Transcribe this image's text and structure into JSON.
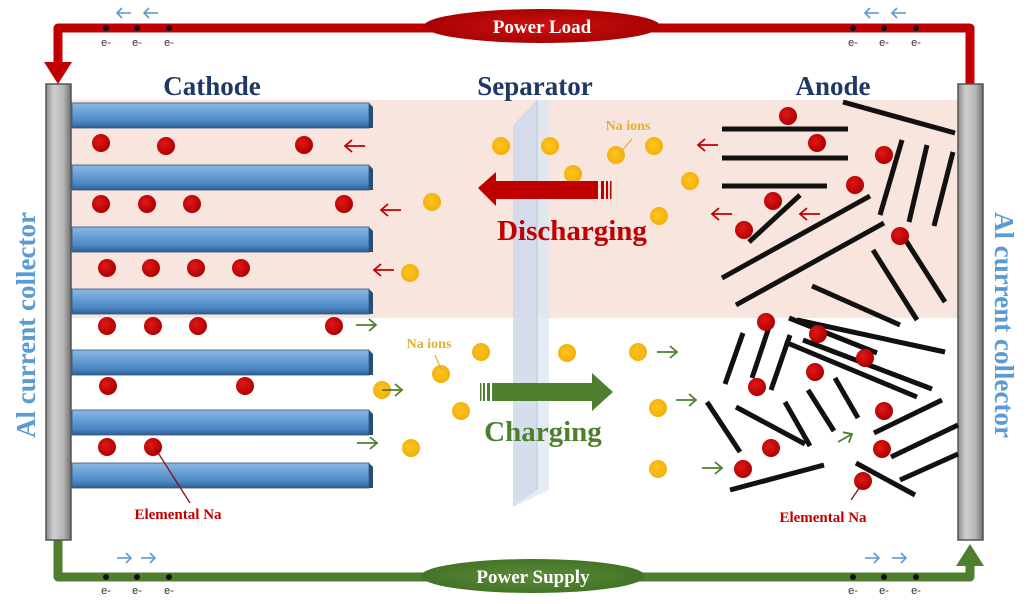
{
  "title_labels": {
    "cathode": "Cathode",
    "separator": "Separator",
    "anode": "Anode"
  },
  "collector_labels": {
    "left": "Al current collector",
    "right": "Al current collector"
  },
  "circuit": {
    "top_label": "Power Load",
    "bottom_label": "Power Supply",
    "electron_label": "e-",
    "top_flow_direction": "left",
    "bottom_flow_direction": "right"
  },
  "process_labels": {
    "discharging": "Discharging",
    "charging": "Charging"
  },
  "annotations": {
    "na_ions_top": "Na ions",
    "na_ions_bottom": "Na ions",
    "elemental_na_cathode": "Elemental Na",
    "elemental_na_anode": "Elemental Na"
  },
  "colors": {
    "discharge_red": "#c00000",
    "charge_green": "#4f7f2e",
    "title_navy": "#1f3864",
    "collector_blue": "#5b9bd5",
    "na_ion_gold": "#f5b80f",
    "elemental_na_red": "#c00000",
    "discharge_band": "#f8e4dc",
    "cathode_plate": "#5b9bd5",
    "collector_gray": "#b7b7b7",
    "label_gold": "#e0b030"
  }
}
